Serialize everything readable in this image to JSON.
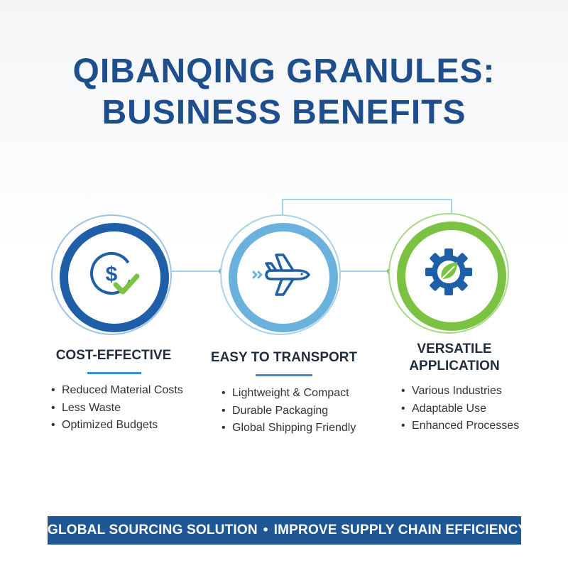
{
  "title": {
    "line1": "QIBANQING GRANULES:",
    "line2": "BUSINESS BENEFITS"
  },
  "columns": [
    {
      "icon": "dollar-check-icon",
      "title": "COST-EFFECTIVE",
      "bullets": [
        "Reduced Material Costs",
        "Less Waste",
        "Optimized Budgets"
      ]
    },
    {
      "icon": "airplane-icon",
      "title": "EASY TO TRANSPORT",
      "bullets": [
        "Lightweight & Compact",
        "Durable Packaging",
        "Global Shipping Friendly"
      ]
    },
    {
      "icon": "gear-leaf-icon",
      "title": "VERSATILE APPLICATION",
      "bullets": [
        "Various Industries",
        "Adaptable Use",
        "Enhanced Processes"
      ]
    }
  ],
  "footer": {
    "left": "GLOBAL SOURCING SOLUTION",
    "separator": "•",
    "right": "IMPROVE SUPPLY CHAIN EFFICIENCY"
  },
  "colors": {
    "title": "#1f4e8c",
    "dark_blue": "#1f5fa8",
    "light_blue": "#6ab1dd",
    "green": "#7bc142",
    "footer_bg": "#1f5796"
  }
}
